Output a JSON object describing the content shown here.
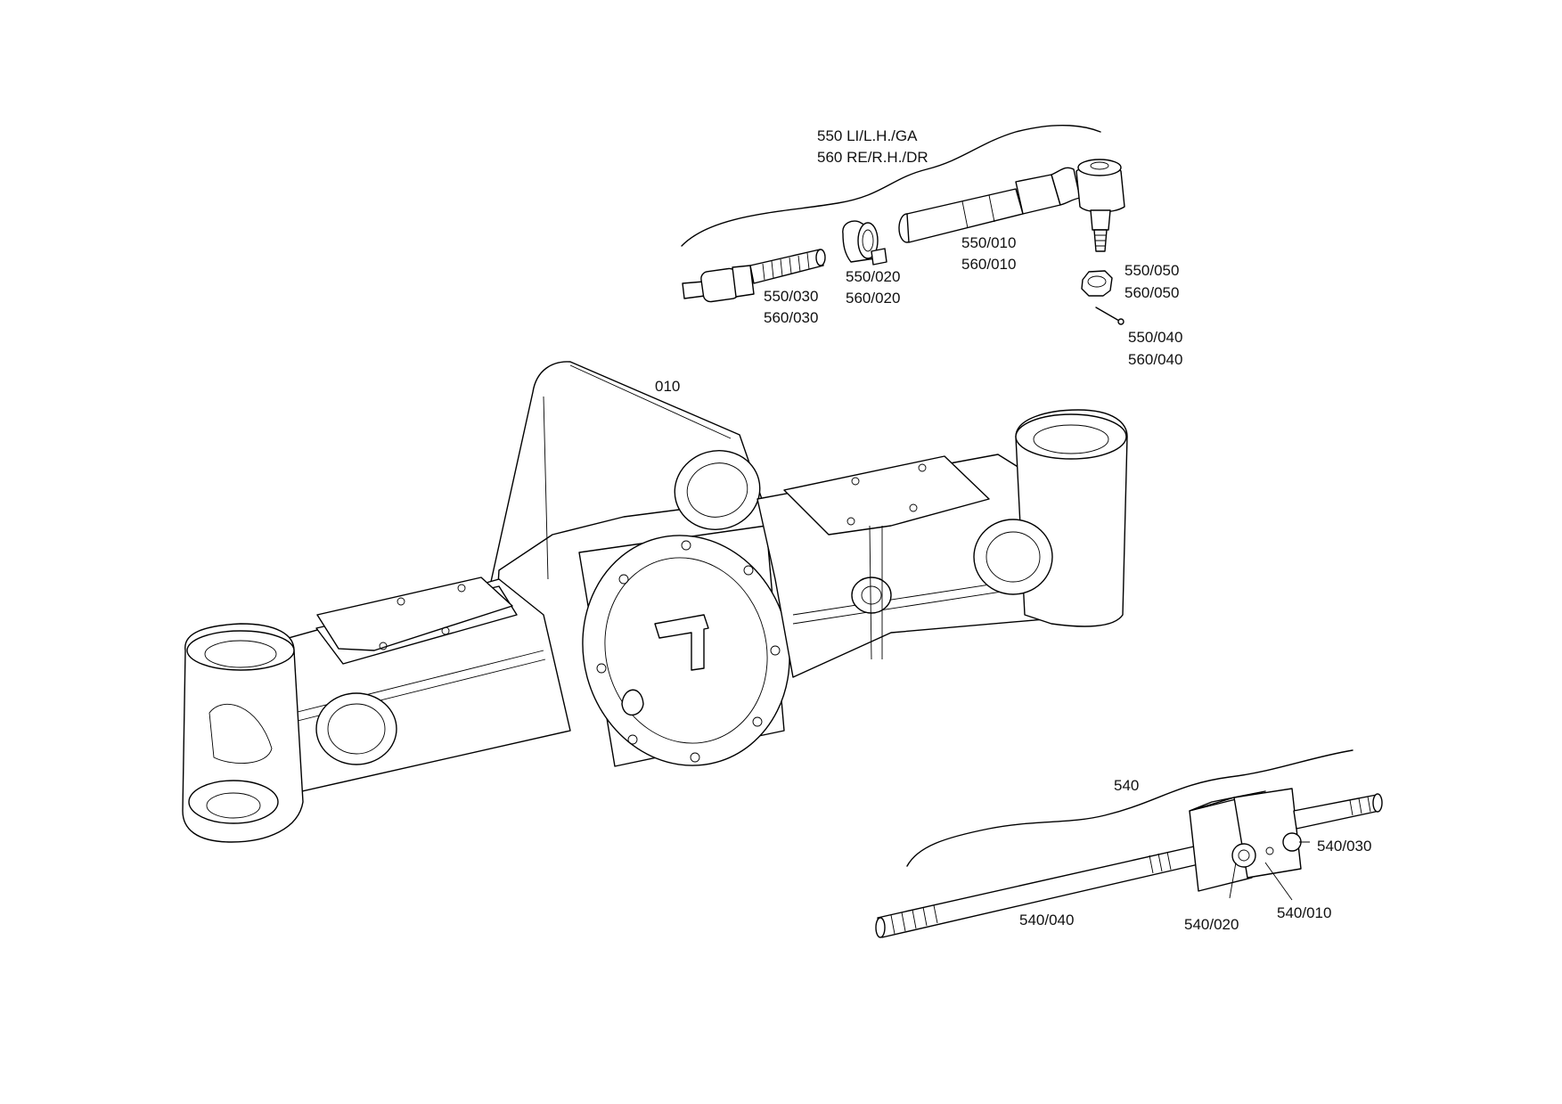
{
  "labels": {
    "tie_rod_title_1": "550 LI/L.H./GA",
    "tie_rod_title_2": "560 RE/R.H./DR",
    "p550_030": "550/030",
    "p560_030": "560/030",
    "p550_020": "550/020",
    "p560_020": "560/020",
    "p550_010": "550/010",
    "p560_010": "560/010",
    "p550_050": "550/050",
    "p560_050": "560/050",
    "p550_040": "550/040",
    "p560_040": "560/040",
    "axle_housing": "010",
    "drive_shaft": "540",
    "p540_030": "540/030",
    "p540_040": "540/040",
    "p540_020": "540/020",
    "p540_010": "540/010"
  },
  "icons": [
    "axle-housing-drawing",
    "tie-rod-assembly-drawing",
    "drive-shaft-assembly-drawing"
  ]
}
